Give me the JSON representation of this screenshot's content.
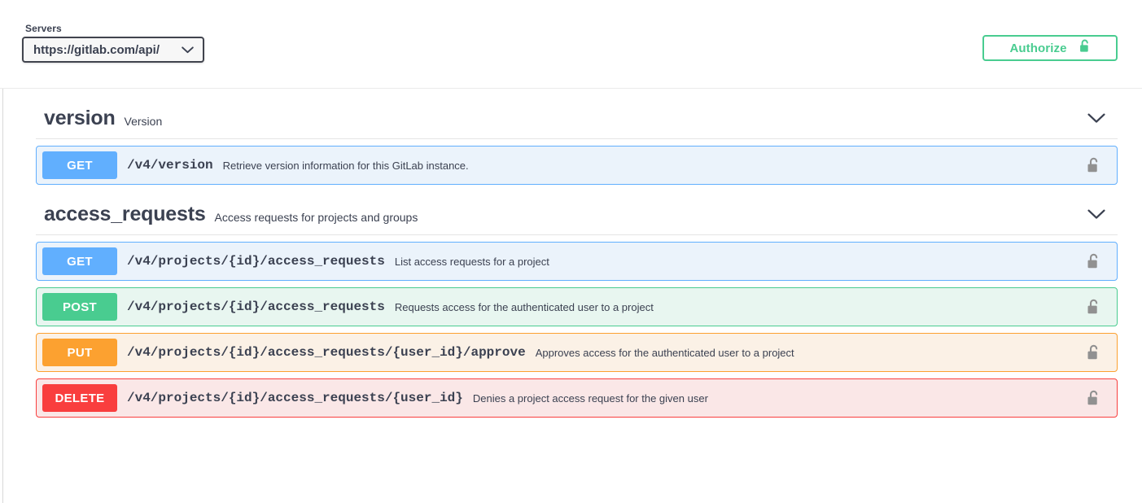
{
  "scheme_bar": {
    "servers_label": "Servers",
    "server_value": "https://gitlab.com/api/",
    "server_caret_icon": "chevron-down-icon",
    "authorize_label": "Authorize",
    "authorize_icon": "unlocked-padlock-icon"
  },
  "colors": {
    "get": "#61affe",
    "post": "#49cc90",
    "put": "#fca130",
    "delete": "#f93e3e",
    "authorize_green": "#49cc90",
    "text_dark": "#3b4151",
    "lock_gray": "#919191"
  },
  "tags": [
    {
      "name": "version",
      "description": "Version",
      "arrow_icon": "chevron-down-icon",
      "operations": [
        {
          "method": "GET",
          "method_class": "get",
          "path": "/v4/version",
          "summary": "Retrieve version information for this GitLab instance.",
          "lock_icon": "unlocked-padlock-icon"
        }
      ]
    },
    {
      "name": "access_requests",
      "description": "Access requests for projects and groups",
      "arrow_icon": "chevron-down-icon",
      "operations": [
        {
          "method": "GET",
          "method_class": "get",
          "path": "/v4/projects/{id}/access_requests",
          "summary": "List access requests for a project",
          "lock_icon": "unlocked-padlock-icon"
        },
        {
          "method": "POST",
          "method_class": "post",
          "path": "/v4/projects/{id}/access_requests",
          "summary": "Requests access for the authenticated user to a project",
          "lock_icon": "unlocked-padlock-icon"
        },
        {
          "method": "PUT",
          "method_class": "put",
          "path": "/v4/projects/{id}/access_requests/{user_id}/approve",
          "summary": "Approves access for the authenticated user to a project",
          "lock_icon": "unlocked-padlock-icon"
        },
        {
          "method": "DELETE",
          "method_class": "delete",
          "path": "/v4/projects/{id}/access_requests/{user_id}",
          "summary": "Denies a project access request for the given user",
          "lock_icon": "unlocked-padlock-icon"
        }
      ]
    }
  ]
}
